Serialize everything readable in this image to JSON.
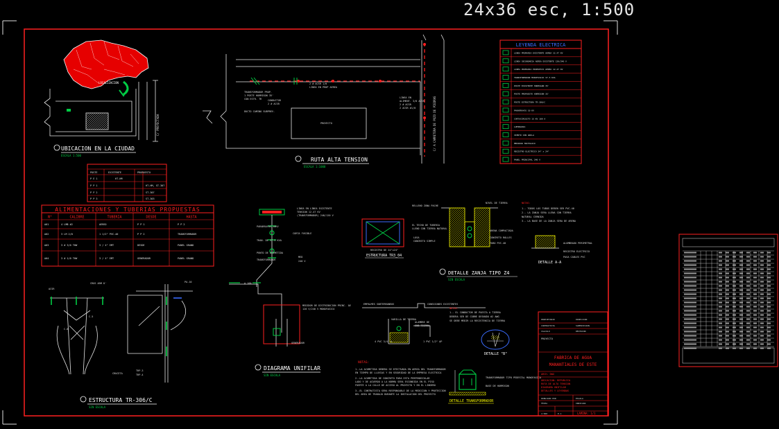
{
  "sheet": {
    "title": "24x36 esc, 1:500"
  },
  "labels": {
    "ubicacion": "UBICACION EN LA CIUDAD",
    "ruta": "RUTA ALTA TENSION",
    "legend_title": "LEYENDA ELECTRICA",
    "alimentaciones_title": "ALIMENTACIONES Y TUBERIAS PROPUESTAS",
    "diagrama": "DIAGRAMA UNIFILAR",
    "estructura": "ESTRUCTURA TR-306/C",
    "zanja": "DETALLE ZANJA TIPO Z4",
    "notas": "NOTAS:",
    "transformador": "DETALLE TRANSFORMADOR",
    "detalle_a": "DETALLE A-A",
    "detalle_b": "DETALLE \"B\"",
    "estructura_tr": "ESTRUCTURA TR3_04",
    "proyecto_1": "PROYECTO",
    "proyecto_2": "FABRICA DE AGUA",
    "proyecto_3": "MANANTIALES DE ESTE",
    "lamina": "LAMINA: 1/1"
  },
  "alimentaciones": {
    "headers": [
      "N°",
      "CALIBRE",
      "TUBERIA",
      "DESDE",
      "HASTA"
    ],
    "rows": [
      [
        "A01",
        "4 LMB #2",
        "AEREO",
        "P P 1",
        "P P 2"
      ],
      [
        "A02",
        "3 LM 2/0",
        "1 1/2\" PVC-40",
        "P P 2",
        "TRANSFORMADOR"
      ],
      [
        "A03",
        "3 # 3/0 THW",
        "3 / 4\" EMT",
        "DESDE",
        "PANEL GRAND"
      ],
      [
        "A04",
        "3 # 1/0 THW",
        "3 / 4\" EMT",
        "GENERADOR",
        "PANEL GRAND"
      ]
    ]
  },
  "legend_items": [
    "LINEA PRIMARIA EXISTENTE AEREA 12.47 KV",
    "LINEA SECUNDARIA AEREA EXISTENTE 120/240 V",
    "LINEA PRIMARIA PROPUESTA AEREA 12.47 KV",
    "TRANSFORMADOR MONOFASICO 37.5 KVA",
    "POSTE EXISTENTE HORMIGON 35'",
    "POSTE PROPUESTO HORMIGON 35'",
    "POSTE ESTRUCTURA TR-306/C",
    "PARARRAYOS 10 KV",
    "CORTACIRCUITO 15 KV 100 A",
    "LUMINARIA",
    "VIENTO CON ANCLA",
    "MEDIDOR TRIFASICO",
    "REGISTRO ELECTRICO 24\" x 24\"",
    "PANEL PRINCIPAL 240 V"
  ]
}
